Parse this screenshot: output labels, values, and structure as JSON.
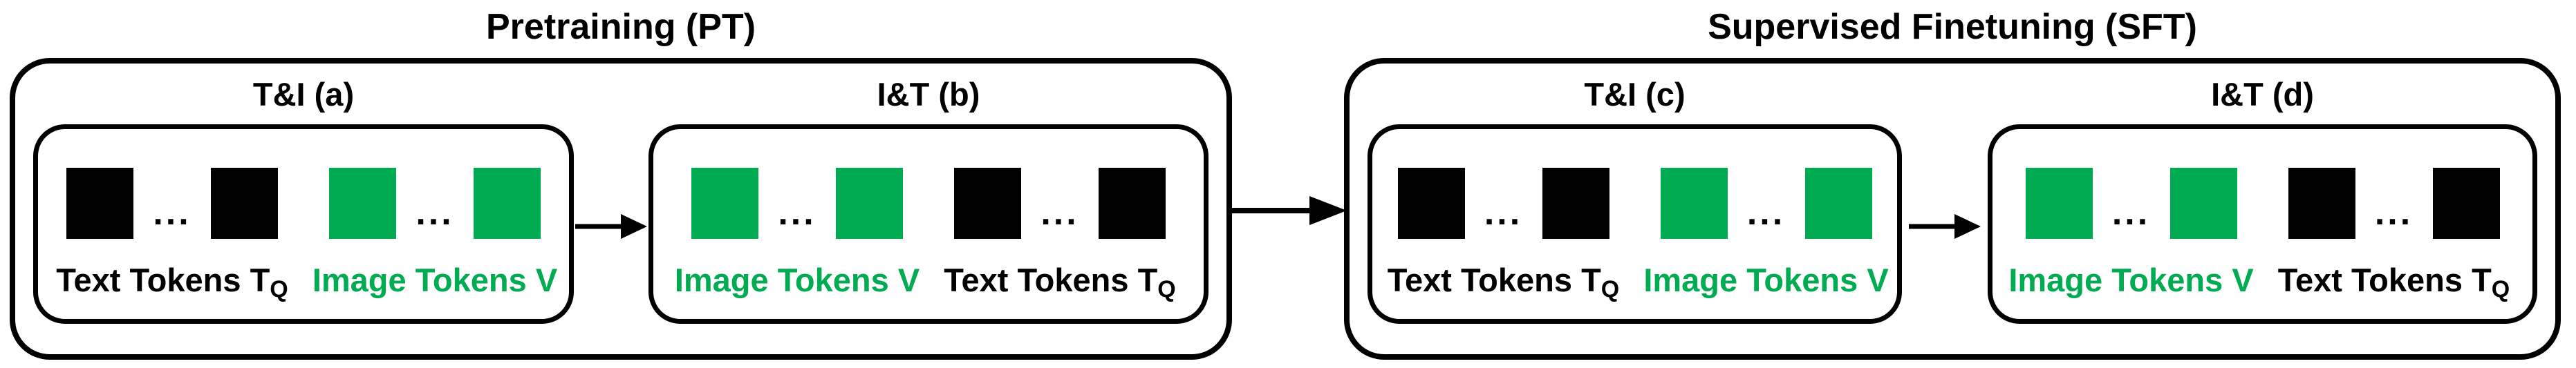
{
  "diagram": {
    "ellipsis": "...",
    "colors": {
      "text_token": "#000000",
      "image_token": "#00ab52",
      "text_label": "#000000",
      "image_label": "#00ab52",
      "outline": "#000000",
      "background": "#ffffff"
    },
    "stages": [
      {
        "title": "Pretraining (PT)",
        "panels": [
          {
            "title": "T&I (a)",
            "groups": [
              {
                "kind": "text-tokens",
                "label": "Text Tokens T",
                "label_sub": "Q",
                "tokens_shown": 2
              },
              {
                "kind": "image-tokens",
                "label": "Image Tokens V",
                "label_sub": "",
                "tokens_shown": 2
              }
            ]
          },
          {
            "title": "I&T (b)",
            "groups": [
              {
                "kind": "image-tokens",
                "label": "Image Tokens V",
                "label_sub": "",
                "tokens_shown": 2
              },
              {
                "kind": "text-tokens",
                "label": "Text Tokens T",
                "label_sub": "Q",
                "tokens_shown": 2
              }
            ]
          }
        ]
      },
      {
        "title": "Supervised Finetuning (SFT)",
        "panels": [
          {
            "title": "T&I (c)",
            "groups": [
              {
                "kind": "text-tokens",
                "label": "Text Tokens T",
                "label_sub": "Q",
                "tokens_shown": 2
              },
              {
                "kind": "image-tokens",
                "label": "Image Tokens V",
                "label_sub": "",
                "tokens_shown": 2
              }
            ]
          },
          {
            "title": "I&T (d)",
            "groups": [
              {
                "kind": "image-tokens",
                "label": "Image Tokens V",
                "label_sub": "",
                "tokens_shown": 2
              },
              {
                "kind": "text-tokens",
                "label": "Text Tokens T",
                "label_sub": "Q",
                "tokens_shown": 2
              }
            ]
          }
        ]
      }
    ]
  }
}
